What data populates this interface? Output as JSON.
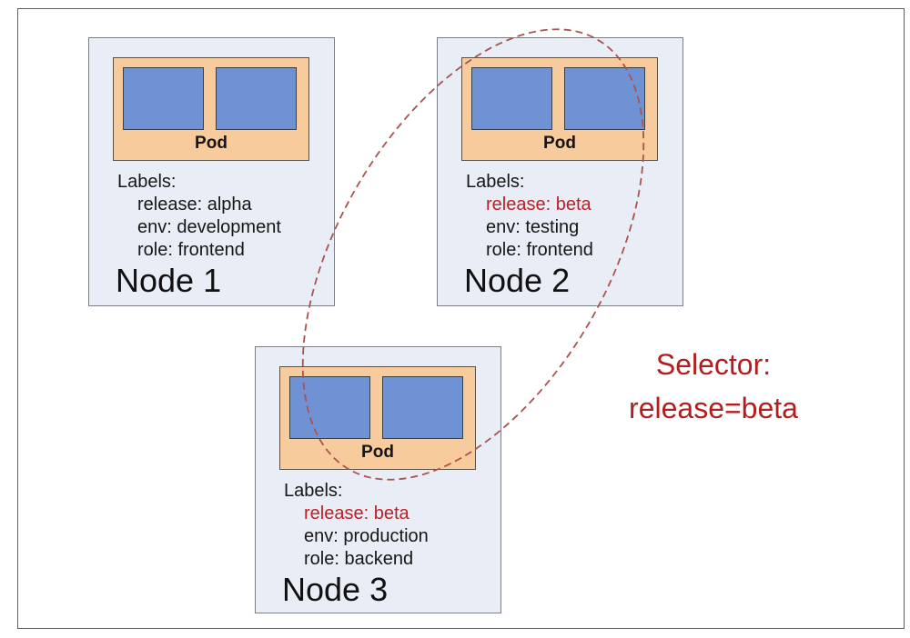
{
  "diagram": {
    "pod_label": "Pod",
    "labels_heading": "Labels:",
    "nodes": [
      {
        "title": "Node 1",
        "labels": [
          {
            "text": "release: alpha",
            "highlight": false
          },
          {
            "text": "env: development",
            "highlight": false
          },
          {
            "text": "role: frontend",
            "highlight": false
          }
        ]
      },
      {
        "title": "Node 2",
        "labels": [
          {
            "text": "release: beta",
            "highlight": true
          },
          {
            "text": "env: testing",
            "highlight": false
          },
          {
            "text": "role: frontend",
            "highlight": false
          }
        ]
      },
      {
        "title": "Node 3",
        "labels": [
          {
            "text": "release: beta",
            "highlight": true
          },
          {
            "text": "env: production",
            "highlight": false
          },
          {
            "text": "role: backend",
            "highlight": false
          }
        ]
      }
    ],
    "selector": {
      "line1": "Selector:",
      "line2": "release=beta"
    },
    "colors": {
      "frame_border": "#606060",
      "node_fill": "#e9edf5",
      "node_border": "#7a7f87",
      "pod_fill": "#f8cb9c",
      "pod_border": "#55544c",
      "container_fill": "#6f92d4",
      "container_border": "#3a3f46",
      "label_highlight": "#bb2127",
      "selector_text": "#b41d1d",
      "ellipse_stroke": "#aa534e"
    }
  }
}
